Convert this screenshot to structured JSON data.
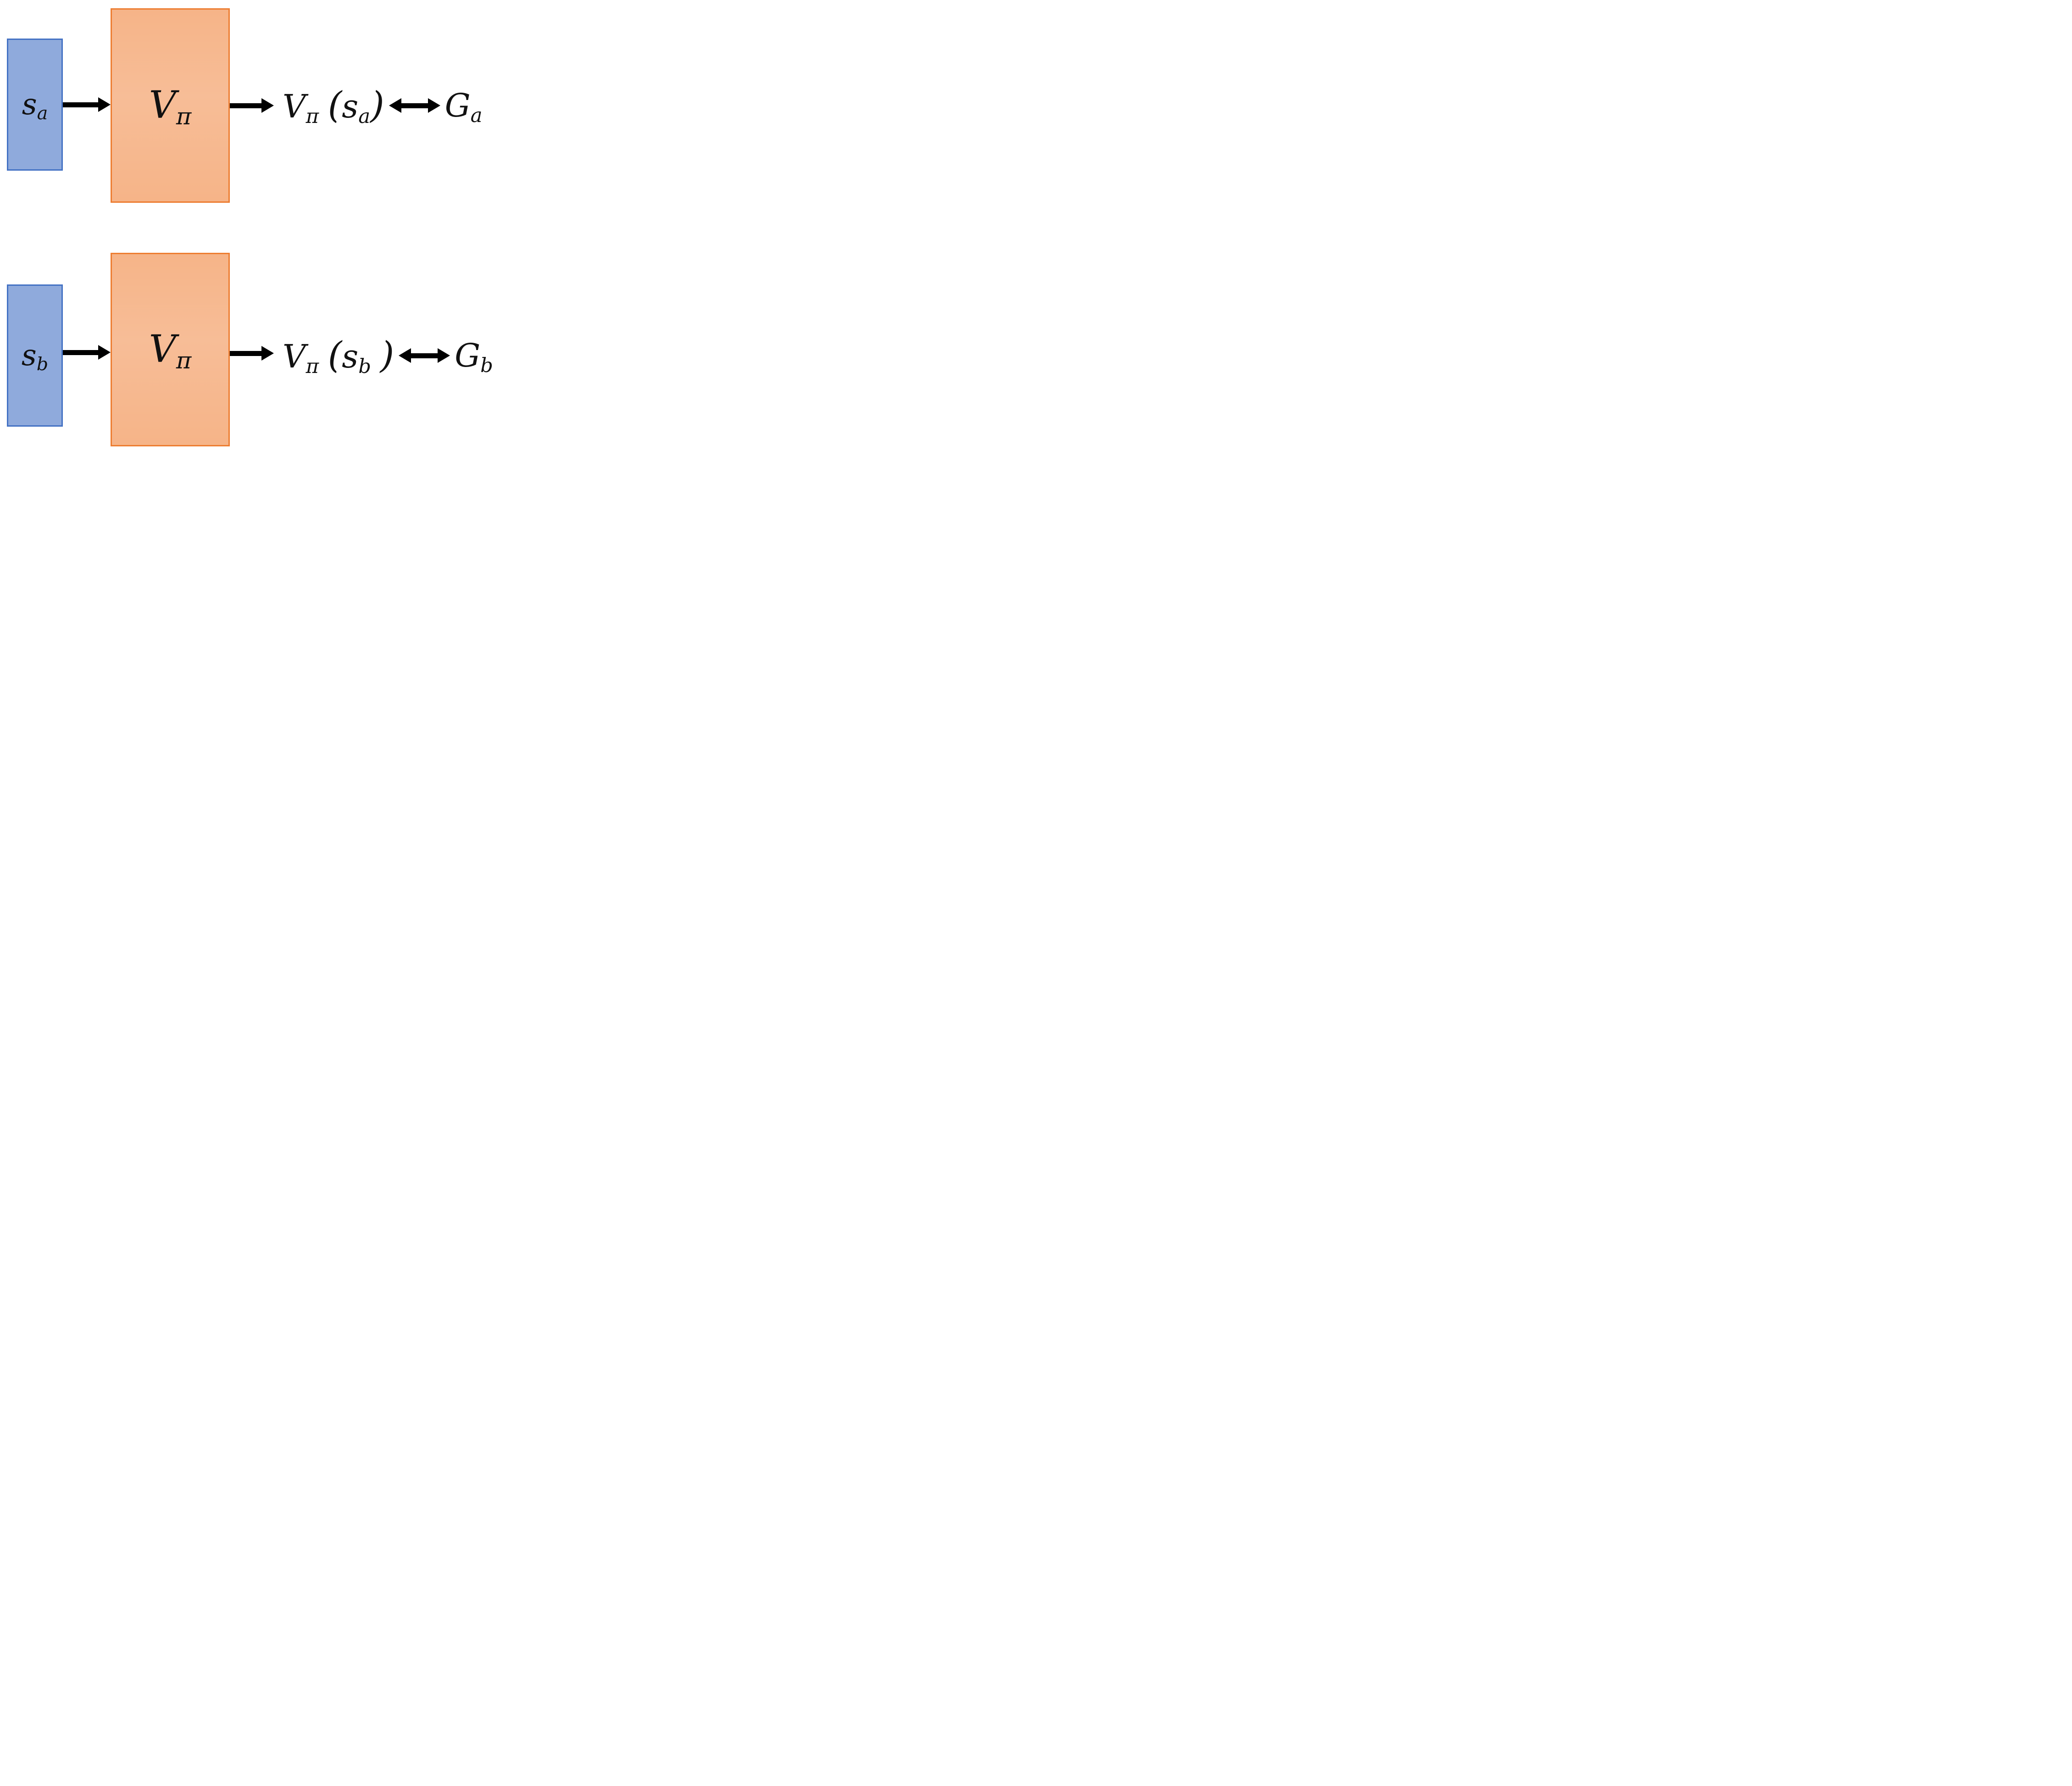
{
  "rows": [
    {
      "input_label": {
        "base": "s",
        "sub": "a"
      },
      "network_label": {
        "base": "V",
        "sub": "π"
      },
      "output": {
        "func_base": "V",
        "func_sub": "π",
        "open_paren": "(",
        "arg_base": "s",
        "arg_sub": "a",
        "close_paren": ")"
      },
      "target": {
        "base": "G",
        "sub": "a"
      }
    },
    {
      "input_label": {
        "base": "s",
        "sub": "b"
      },
      "network_label": {
        "base": "V",
        "sub": "π"
      },
      "output": {
        "func_base": "V",
        "func_sub": "π",
        "open_paren": "(",
        "arg_base": "s",
        "arg_sub": "b",
        "close_paren": ")"
      },
      "target": {
        "base": "G",
        "sub": "b"
      }
    }
  ],
  "colors": {
    "input_fill": "#8faadc",
    "input_border": "#4472c4",
    "network_fill": "#f6b488",
    "network_border": "#ed7d31",
    "arrow": "#000000",
    "text": "#111111",
    "background": "#ffffff"
  }
}
